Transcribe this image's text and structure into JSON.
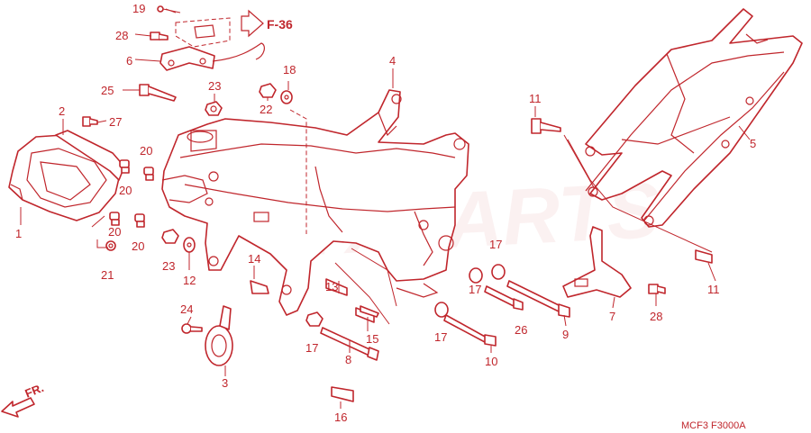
{
  "diagram": {
    "reference": "F-36",
    "front_label": "FR.",
    "code": "MCF3  F3000A",
    "watermark": "TXPARTS",
    "colors": {
      "line": "#c0262c",
      "background": "#ffffff"
    },
    "callouts": [
      "1",
      "2",
      "3",
      "4",
      "5",
      "6",
      "7",
      "8",
      "9",
      "10",
      "11",
      "11",
      "12",
      "13",
      "14",
      "15",
      "16",
      "17",
      "17",
      "17",
      "17",
      "18",
      "19",
      "20",
      "20",
      "20",
      "20",
      "21",
      "22",
      "23",
      "23",
      "24",
      "25",
      "26",
      "27",
      "28",
      "28"
    ]
  }
}
